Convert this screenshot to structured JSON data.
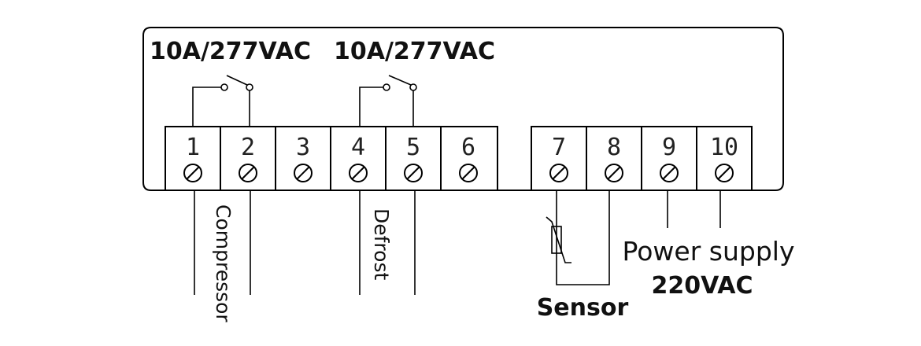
{
  "ratings": {
    "relay1": "10A/277VAC",
    "relay2": "10A/277VAC"
  },
  "terminals": [
    {
      "number": "1"
    },
    {
      "number": "2"
    },
    {
      "number": "3"
    },
    {
      "number": "4"
    },
    {
      "number": "5"
    },
    {
      "number": "6"
    },
    {
      "number": "7"
    },
    {
      "number": "8"
    },
    {
      "number": "9"
    },
    {
      "number": "10"
    }
  ],
  "connections": {
    "compressor": "Compressor",
    "defrost": "Defrost",
    "sensor": "Sensor",
    "power_supply": "Power supply",
    "voltage": "220VAC"
  }
}
